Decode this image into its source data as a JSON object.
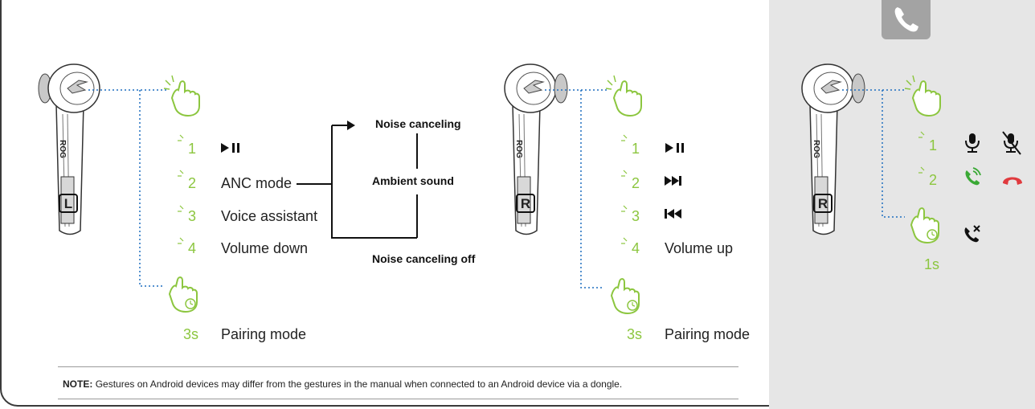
{
  "left_earbud": {
    "label": "L",
    "logo_text": "ROG",
    "gestures": [
      {
        "num": "1",
        "action_icon": "play-pause-icon"
      },
      {
        "num": "2",
        "action": "ANC mode"
      },
      {
        "num": "3",
        "action": "Voice assistant"
      },
      {
        "num": "4",
        "action": "Volume down"
      }
    ],
    "hold": {
      "duration": "3s",
      "action": "Pairing mode"
    }
  },
  "anc_modes": {
    "top": "Noise canceling",
    "middle": "Ambient sound",
    "bottom": "Noise canceling off"
  },
  "right_earbud": {
    "label": "R",
    "logo_text": "ROG",
    "gestures": [
      {
        "num": "1",
        "action_icon": "play-pause-icon"
      },
      {
        "num": "2",
        "action_icon": "next-track-icon"
      },
      {
        "num": "3",
        "action_icon": "previous-track-icon"
      },
      {
        "num": "4",
        "action": "Volume up"
      }
    ],
    "hold": {
      "duration": "3s",
      "action": "Pairing mode"
    }
  },
  "call_panel": {
    "label": "R",
    "logo_text": "ROG",
    "header_icon": "phone-icon",
    "gestures": [
      {
        "num": "1",
        "icons": [
          "microphone-icon",
          "microphone-mute-icon"
        ]
      },
      {
        "num": "2",
        "icons": [
          "answer-call-icon",
          "end-call-icon"
        ]
      }
    ],
    "hold": {
      "duration": "1s",
      "icon": "reject-call-icon"
    }
  },
  "note": {
    "label": "NOTE:",
    "text": "Gestures on Android devices may differ from the gestures in the manual when connected to an Android device via a dongle."
  },
  "colors": {
    "accent_green": "#8cc63f",
    "end_call_red": "#e03a3e",
    "panel_gray": "#e6e6e6"
  }
}
